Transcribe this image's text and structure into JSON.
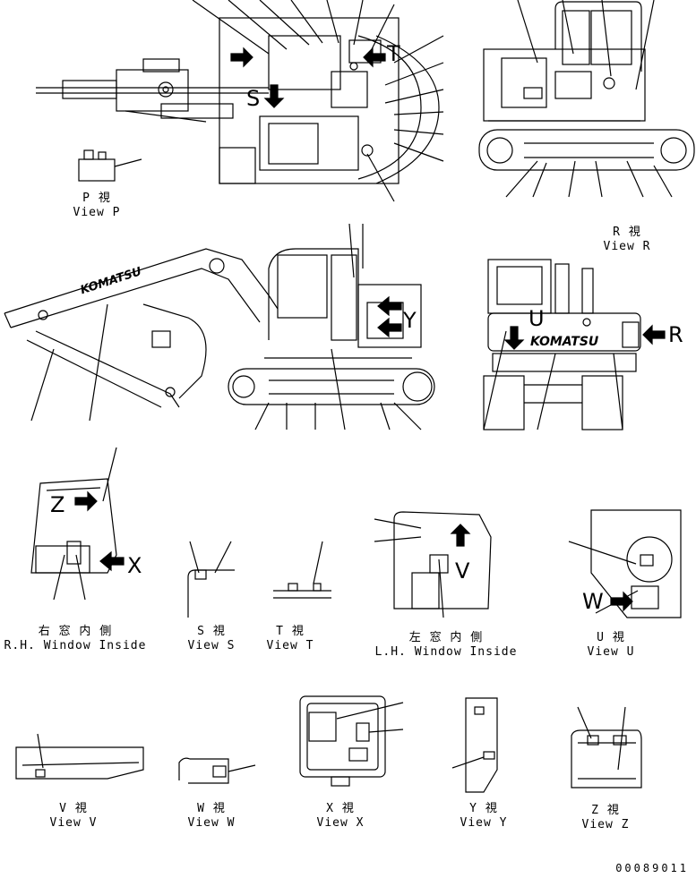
{
  "views": {
    "p": {
      "jp": "P 視",
      "en": "View P"
    },
    "r": {
      "jp": "R 視",
      "en": "View R"
    },
    "rh": {
      "jp": "右 窓 内 側",
      "en": "R.H. Window Inside"
    },
    "s": {
      "jp": "S 視",
      "en": "View S"
    },
    "t": {
      "jp": "T 視",
      "en": "View T"
    },
    "lh": {
      "jp": "左 窓 内 側",
      "en": "L.H. Window Inside"
    },
    "u": {
      "jp": "U 視",
      "en": "View U"
    },
    "v": {
      "jp": "V 視",
      "en": "View V"
    },
    "w": {
      "jp": "W 視",
      "en": "View W"
    },
    "x": {
      "jp": "X 視",
      "en": "View X"
    },
    "y": {
      "jp": "Y 視",
      "en": "View Y"
    },
    "z": {
      "jp": "Z 視",
      "en": "View Z"
    }
  },
  "arrow_letters": {
    "s": "S",
    "t": "T",
    "r": "R",
    "y": "Y",
    "u": "U",
    "z": "Z",
    "x": "X",
    "v": "V",
    "w": "W"
  },
  "brand": "KOMATSU",
  "doc_number": "00089011"
}
